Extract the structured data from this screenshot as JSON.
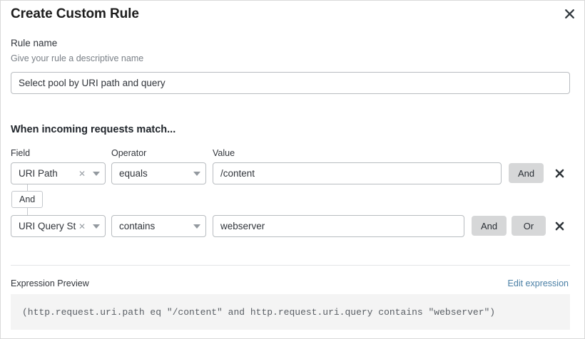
{
  "dialog": {
    "title": "Create Custom Rule",
    "close_icon": "close-icon"
  },
  "rule_name": {
    "label": "Rule name",
    "hint": "Give your rule a descriptive name",
    "value": "Select pool by URI path and query",
    "placeholder": ""
  },
  "conditions_section": {
    "heading": "When incoming requests match...",
    "columns": {
      "field": "Field",
      "operator": "Operator",
      "value": "Value"
    },
    "connector": {
      "label": "And"
    },
    "rows": [
      {
        "field": "URI Path",
        "operator": "equals",
        "value": "/content",
        "logic_buttons": [
          "And"
        ],
        "delete_icon": "close-icon"
      },
      {
        "field": "URI Query St...",
        "operator": "contains",
        "value": "webserver",
        "logic_buttons": [
          "And",
          "Or"
        ],
        "delete_icon": "close-icon"
      }
    ]
  },
  "expression_preview": {
    "label": "Expression Preview",
    "edit_link": "Edit expression",
    "expression": "(http.request.uri.path eq \"/content\" and http.request.uri.query contains \"webserver\")"
  },
  "colors": {
    "link": "#4a7fa5",
    "button_gray": "#d6d7d8",
    "code_bg": "#f4f4f4",
    "border": "#b8bcc0"
  }
}
